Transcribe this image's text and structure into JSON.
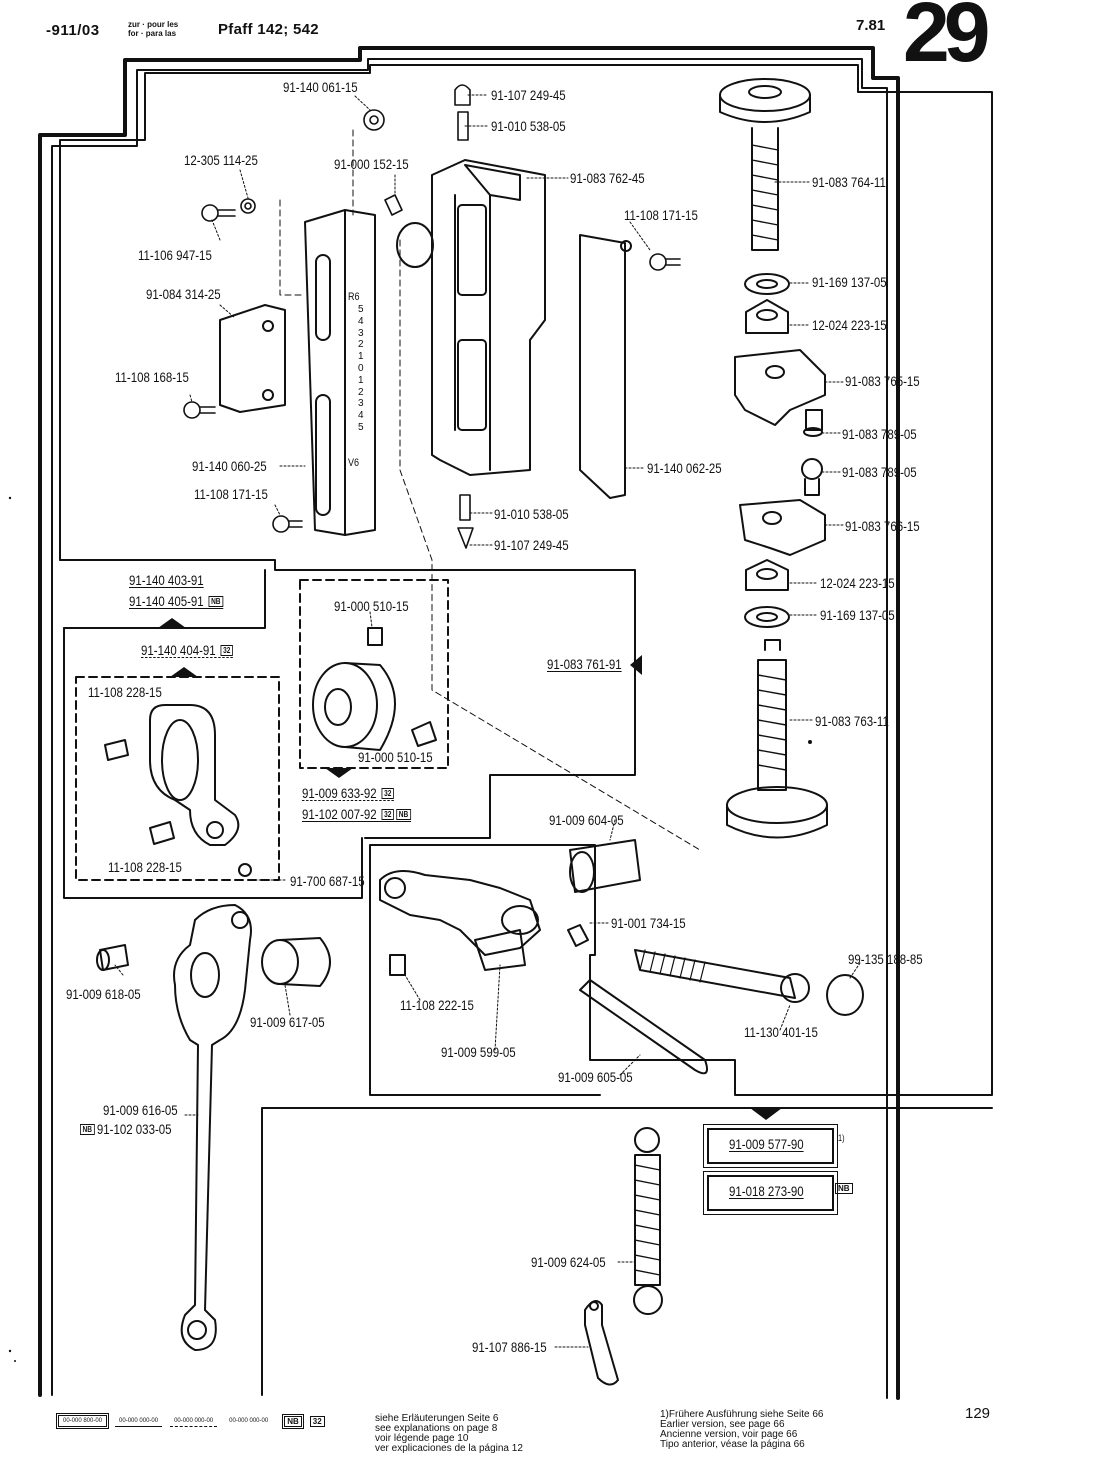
{
  "header": {
    "code": "-911/03",
    "zur_line1": "zur · pour les",
    "zur_line2": "for · para las",
    "model": "Pfaff 142; 542",
    "date": "7.81",
    "page_big": "29"
  },
  "labels": {
    "p01": "91-140 061-15",
    "p02": "91-107 249-45",
    "p03": "91-010 538-05",
    "p04": "12-305 114-25",
    "p05": "91-000 152-15",
    "p06": "91-083 762-45",
    "p07": "91-083 764-11",
    "p08": "11-108 171-15",
    "p09": "11-106 947-15",
    "p10": "91-084 314-25",
    "p11": "91-169 137-05",
    "p12": "12-024 223-15",
    "p13": "91-083 765-15",
    "p14": "11-108 168-15",
    "p15": "91-083 789-05",
    "p16": "91-083 789-05",
    "p17": "91-140 060-25",
    "p18": "91-140 062-25",
    "p19": "11-108 171-15",
    "p20": "91-010 538-05",
    "p21": "91-083 766-15",
    "p22": "91-107 249-45",
    "p23": "12-024 223-15",
    "p24": "91-169 137-05",
    "p25": "91-000 510-15",
    "p26": "91-083 761-91",
    "p27": "11-108 228-15",
    "p28": "91-083 763-11",
    "p29": "91-000 510-15",
    "p30": "91-009 604-05",
    "p31": "11-108 228-15",
    "p32": "91-700 687-15",
    "p33": "91-001 734-15",
    "p34": "99-135 188-85",
    "p35": "91-009 618-05",
    "p36": "91-009 617-05",
    "p37": "11-108 222-15",
    "p38": "91-009 599-05",
    "p39": "11-130 401-15",
    "p40": "91-009 605-05",
    "p41": "91-009 616-05",
    "p42": "91-102 033-05",
    "p43": "91-009 624-05",
    "p44": "91-107 886-15",
    "g1a": "91-140 403-91",
    "g1b": "91-140 405-91",
    "g2": "91-140 404-91",
    "g3a": "91-009 633-92",
    "g3b": "91-102 007-92",
    "g4a": "91-009 577-90",
    "g4b": "91-018 273-90",
    "note1": "1)"
  },
  "badges": {
    "nb": "NB",
    "n32": "32"
  },
  "scale": {
    "r": "R6",
    "marks": [
      "5",
      "4",
      "3",
      "2",
      "1",
      "0",
      "1",
      "2",
      "3",
      "4",
      "5"
    ],
    "v": "V6"
  },
  "footer": {
    "box1": "00-000 800-00",
    "box2": "00-000 000-00",
    "box3": "00-000 000-00",
    "box4": "00-000 000-00",
    "nb": "NB",
    "n32": "32",
    "legend_de": "siehe Erläuterungen Seite 6",
    "legend_en": "see explanations on page 8",
    "legend_fr": "voir légende page 10",
    "legend_es": "ver explicaciones de la página 12",
    "earlier_de": "1)Frühere Ausführung siehe Seite 66",
    "earlier_en": "Earlier version, see page 66",
    "earlier_fr": "Ancienne version, voir page 66",
    "earlier_es": "Tipo anterior, véase la página 66",
    "page_number": "129"
  }
}
